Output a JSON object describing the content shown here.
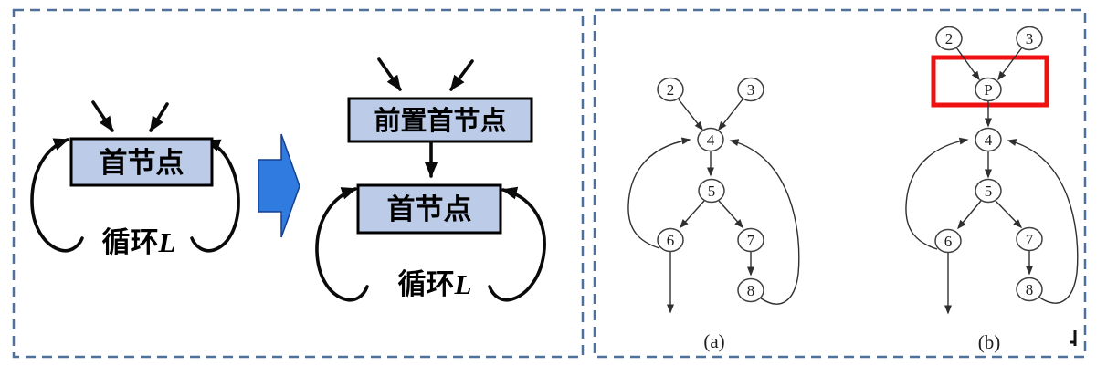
{
  "colors": {
    "background": "#ffffff",
    "panel_border": "#4f7098",
    "box_fill": "#bccce8",
    "box_border": "#000000",
    "transform_arrow_fill": "#2f7be0",
    "highlight_red": "#ee1111",
    "node_fill": "#ffffff",
    "node_stroke": "#404040",
    "edge": "#2f2f2f"
  },
  "left_panel": {
    "before": {
      "head_label": "首节点",
      "loop_label_cn": "循环",
      "loop_label_var": "L"
    },
    "transform_arrow_icon": "big-right-arrow",
    "after": {
      "preheader_label": "前置首节点",
      "head_label": "首节点",
      "loop_label_cn": "循环",
      "loop_label_var": "L"
    }
  },
  "right_panel": {
    "graph_a": {
      "caption": "(a)",
      "nodes": [
        {
          "label": "2"
        },
        {
          "label": "3"
        },
        {
          "label": "4"
        },
        {
          "label": "5"
        },
        {
          "label": "6"
        },
        {
          "label": "7"
        },
        {
          "label": "8"
        }
      ],
      "edges": [
        "2→4",
        "3→4",
        "4→5",
        "5→6",
        "5→7",
        "7→8",
        "6→(exit)",
        "6→4 back edge",
        "8→4 back edge"
      ]
    },
    "graph_b": {
      "caption": "(b)",
      "preheader_node": "P",
      "highlight": "red box around preheader node P",
      "nodes": [
        {
          "label": "2"
        },
        {
          "label": "3"
        },
        {
          "label": "P"
        },
        {
          "label": "4"
        },
        {
          "label": "5"
        },
        {
          "label": "6"
        },
        {
          "label": "7"
        },
        {
          "label": "8"
        }
      ],
      "edges": [
        "2→P",
        "3→P",
        "P→4",
        "4→5",
        "5→6",
        "5→7",
        "7→8",
        "6→(exit)",
        "6→4 back edge",
        "8→4 back edge"
      ]
    }
  }
}
